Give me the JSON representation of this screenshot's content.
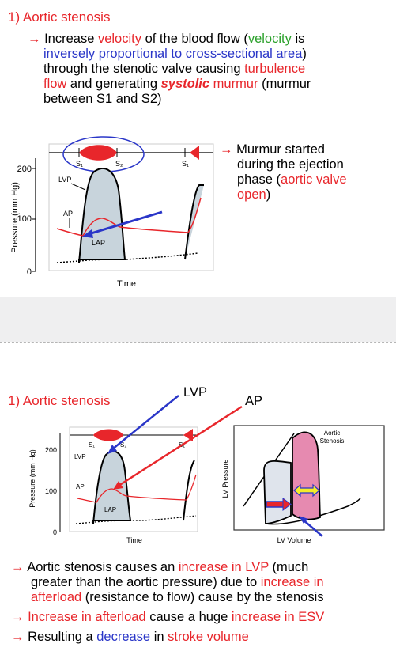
{
  "slide1": {
    "title": "1) Aortic stenosis",
    "p1_arrow": "→",
    "p1_a": "Increase ",
    "p1_velocity": "velocity",
    "p1_b": " of the blood flow (",
    "p1_velocity2": "velocity",
    "p1_c": " is",
    "p1_line2": "inversely proportional to cross-sectional area",
    "p1_line2_end": ")",
    "p1_line3_a": "through the stenotic valve causing ",
    "p1_turbulence": "turbulence",
    "p1_flow": "flow",
    "p1_line4_a": " and generating ",
    "p1_systolic": "systolic",
    "p1_murmur": " murmur",
    "p1_line4_b": " (murmur",
    "p1_line5": "between S1 and S2)",
    "note_arrow": "→",
    "note_l1": "Murmur started",
    "note_l2": "during the ejection",
    "note_l3": "phase (",
    "note_l3_red": "aortic valve",
    "note_l4_red": "open",
    "note_l4_end": ")",
    "graph": {
      "ylabel": "Pressure (mm Hg)",
      "xlabel": "Time",
      "y200": "200",
      "y100": "100",
      "y0": "0",
      "s1": "S₁",
      "s2": "S₂",
      "s1b": "S₁",
      "lvp": "LVP",
      "ap": "AP",
      "lap": "LAP"
    }
  },
  "slide2": {
    "title": "1) Aortic stenosis",
    "lvp_callout": "LVP",
    "ap_callout": "AP",
    "graph": {
      "ylabel": "Pressure (mm Hg)",
      "xlabel": "Time",
      "y200": "200",
      "y100": "100",
      "y0": "0",
      "s1": "S₁",
      "s2": "S₂",
      "s1b": "S₁",
      "lvp": "LVP",
      "ap": "AP",
      "lap": "LAP"
    },
    "loop": {
      "ylabel": "LV Pressure",
      "xlabel": "LV Volume",
      "label1": "Aortic",
      "label2": "Stenosis"
    },
    "b1_arrow": "→",
    "b1_a": "Aortic stenosis causes an ",
    "b1_red1": "increase in LVP",
    "b1_b": " (much",
    "b1_l2_a": "greater than the aortic pressure) due to ",
    "b1_l2_red": "increase in",
    "b1_l3_red": "afterload",
    "b1_l3_b": " (resistance to flow) cause by the stenosis",
    "b2_arrow": "→",
    "b2_red1": "Increase in afterload",
    "b2_a": " cause a huge ",
    "b2_red2": "increase in ESV",
    "b3_arrow": "→",
    "b3_a": "Resulting a ",
    "b3_blue": "decrease",
    "b3_b": " in ",
    "b3_red": "stroke volume"
  }
}
